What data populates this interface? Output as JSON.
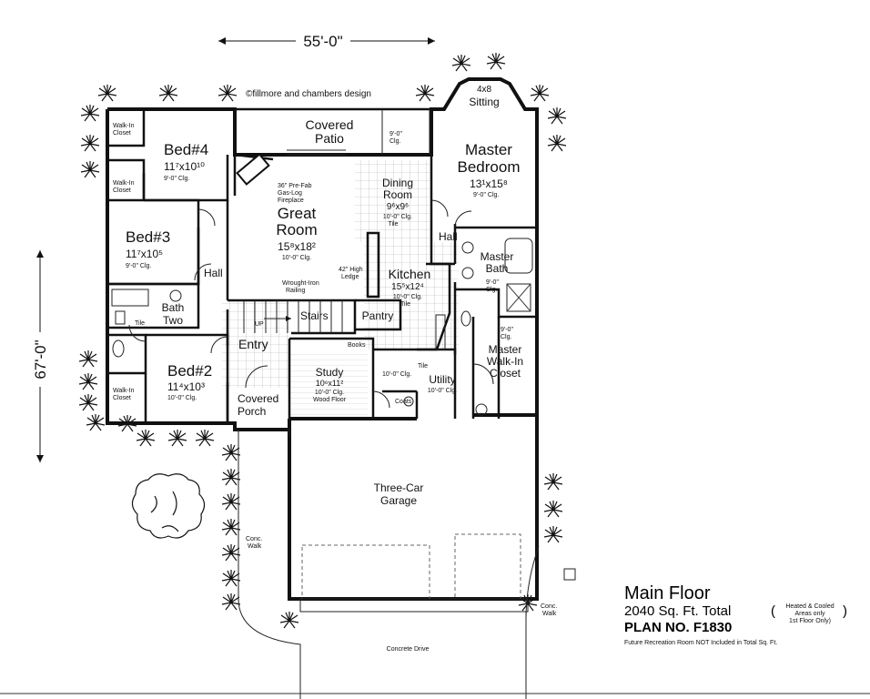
{
  "overall_width": "55'-0\"",
  "overall_depth": "67'-0\"",
  "copyright": "©fillmore and chambers design",
  "rooms": {
    "sitting": {
      "dim": "4x8",
      "name": "Sitting"
    },
    "covered_patio": {
      "name1": "Covered",
      "name2": "Patio",
      "clg": "9'-0\"",
      "clg_label": "Clg."
    },
    "walkin_1": {
      "l1": "Walk-In",
      "l2": "Closet"
    },
    "walkin_2": {
      "l1": "Walk-In",
      "l2": "Closet"
    },
    "walkin_3": {
      "l1": "Walk-In",
      "l2": "Closet"
    },
    "bed4": {
      "name": "Bed#4",
      "dim": "11⁷x10¹⁰",
      "clg": "9'-0\" Clg."
    },
    "bed3": {
      "name": "Bed#3",
      "dim": "11⁷x10⁵",
      "clg": "9'-0\" Clg."
    },
    "bed2": {
      "name": "Bed#2",
      "dim": "11⁴x10³",
      "clg": "10'-0\" Clg."
    },
    "fireplace": {
      "l1": "36\" Pre-Fab",
      "l2": "Gas-Log",
      "l3": "Fireplace"
    },
    "great_room": {
      "name1": "Great",
      "name2": "Room",
      "dim": "15⁸x18²",
      "clg": "10'-0\" Clg."
    },
    "dining": {
      "name1": "Dining",
      "name2": "Room",
      "dim": "9⁶x9⁶",
      "clg": "10'-0\" Clg.",
      "floor": "Tile"
    },
    "master_bedroom": {
      "name1": "Master",
      "name2": "Bedroom",
      "dim": "13¹x15⁸",
      "clg": "9'-0\" Clg."
    },
    "hall_master": {
      "name": "Hall"
    },
    "hall_beds": {
      "name": "Hall"
    },
    "ledge": {
      "l1": "42\" High",
      "l2": "Ledge"
    },
    "kitchen": {
      "name": "Kitchen",
      "dim": "15⁵x12⁴",
      "clg": "10'-0\" Clg.",
      "floor": "Tile"
    },
    "master_bath": {
      "name1": "Master",
      "name2": "Bath",
      "clg": "9'-0\"",
      "clg_label": "Clg."
    },
    "railing": {
      "l1": "Wrought-Iron",
      "l2": "Railing"
    },
    "bath_two": {
      "name1": "Bath",
      "name2": "Two",
      "floor": "Tile"
    },
    "stairs": {
      "name": "Stairs",
      "up": "UP"
    },
    "pantry": {
      "name": "Pantry"
    },
    "entry": {
      "name": "Entry"
    },
    "books": {
      "name": "Books"
    },
    "study": {
      "name": "Study",
      "dim": "10⁶x11²",
      "clg": "10'-0\" Clg.",
      "floor": "Wood Floor"
    },
    "utility": {
      "name": "Utility",
      "clg_left": "10'-0\" Clg.",
      "floor": "Tile",
      "clg": "10'-0\" Clg."
    },
    "coats": {
      "name": "Coats"
    },
    "master_walkin": {
      "name1": "Master",
      "name2": "Walk-In",
      "name3": "Closet",
      "clg": "9'-0\"",
      "clg_label": "Clg."
    },
    "covered_porch": {
      "name1": "Covered",
      "name2": "Porch"
    },
    "garage": {
      "name1": "Three-Car",
      "name2": "Garage"
    },
    "conc_walk_left": {
      "l1": "Conc.",
      "l2": "Walk"
    },
    "conc_walk_right": {
      "l1": "Conc.",
      "l2": "Walk"
    },
    "drive": {
      "name": "Concrete Drive"
    }
  },
  "title_block": {
    "title": "Main Floor",
    "sqft": "2040 Sq. Ft. Total",
    "note_open": "(",
    "note_l1": "Heated & Cooled",
    "note_l2": "Areas only",
    "note_l3": "1st Floor Only)",
    "note_close": ")",
    "plan_no": "PLAN NO. F1830",
    "footnote": "Future Recreation Room NOT Included in Total Sq. Ft."
  }
}
